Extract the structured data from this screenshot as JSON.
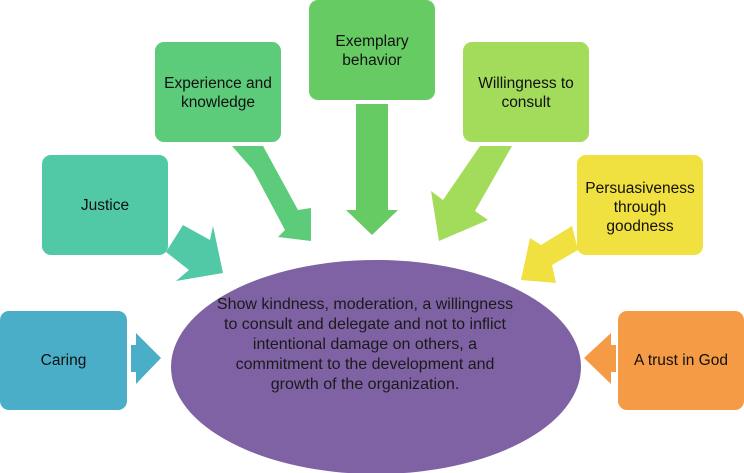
{
  "diagram": {
    "center": {
      "text": "Show kindness, moderation, a willingness to consult and delegate and not to inflict intentional damage on others, a commitment to the development and growth of the organization.",
      "color": "#7f62a3"
    },
    "nodes": [
      {
        "id": "caring",
        "label": "Caring",
        "color": "#4baec8"
      },
      {
        "id": "justice",
        "label": "Justice",
        "color": "#51c9a6"
      },
      {
        "id": "experience",
        "label": "Experience and knowledge",
        "color": "#5ccb7a"
      },
      {
        "id": "exemplary",
        "label": "Exemplary behavior",
        "color": "#66cb62"
      },
      {
        "id": "willingness",
        "label": "Willingness to consult",
        "color": "#a3db5a"
      },
      {
        "id": "persuasiveness",
        "label": "Persuasiveness through goodness",
        "color": "#f0e040"
      },
      {
        "id": "trust",
        "label": "A trust in God",
        "color": "#f59a45"
      }
    ]
  }
}
